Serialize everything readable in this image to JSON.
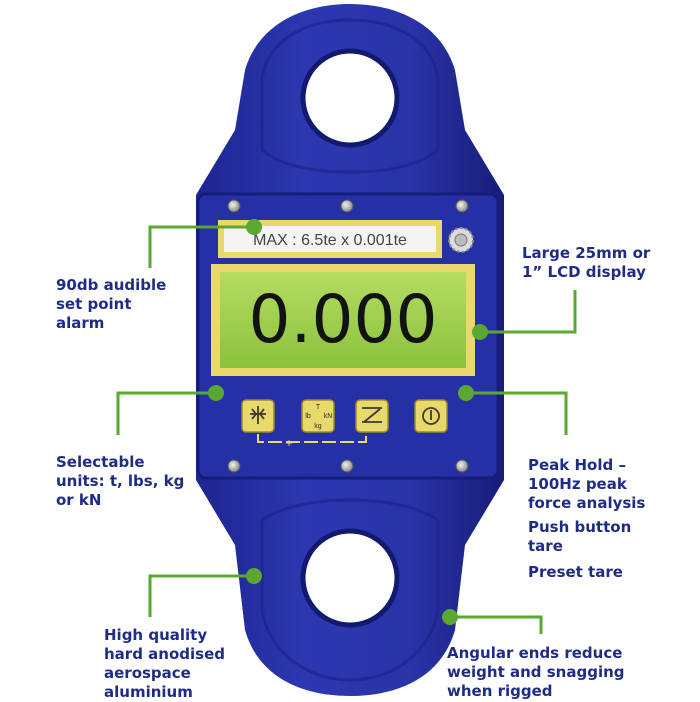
{
  "device": {
    "max_label": "MAX : 6.5te x 0.001te",
    "lcd_reading": "0.000",
    "unit_button": {
      "top": "T",
      "left": "lb",
      "right": "kN",
      "bottom": "kg"
    }
  },
  "colors": {
    "body_blue": "#2a33a8",
    "accent_green": "#5aa832",
    "lcd_green": "#9fd14a",
    "key_yellow": "#e9d96a",
    "text_navy": "#1f2c85"
  },
  "callouts": {
    "alarm": [
      "90db audible",
      "set point",
      "alarm"
    ],
    "lcd": [
      "Large 25mm or",
      "1” LCD display"
    ],
    "units": [
      "Selectable",
      "units: t, lbs, kg",
      "or kN"
    ],
    "peak": [
      "Peak Hold –",
      "100Hz peak",
      "force analysis"
    ],
    "tare": [
      "Push button",
      "tare"
    ],
    "preset": [
      "Preset tare"
    ],
    "aluminium": [
      "High quality",
      "hard anodised",
      "aerospace",
      "aluminium"
    ],
    "ends": [
      "Angular ends reduce",
      "weight and snagging",
      "when rigged"
    ]
  }
}
